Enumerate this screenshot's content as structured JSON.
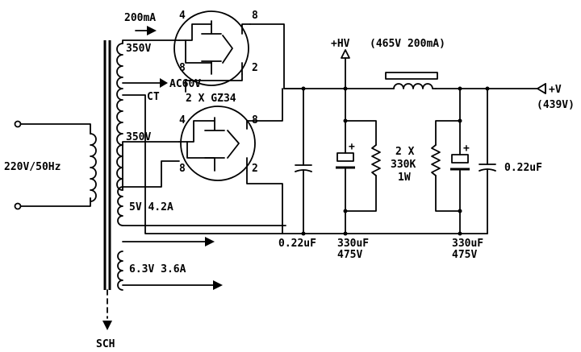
{
  "labels": {
    "current_200ma": "200mA",
    "pin4_top": "4",
    "pin8_top_left": "8",
    "pin8_top_right": "8",
    "pin2_top": "2",
    "sec_350v_top": "350V",
    "ac60v": "AC60V",
    "ct": "CT",
    "tube_type": "2 X GZ34",
    "pin4_bot": "4",
    "pin8_bot_left": "8",
    "pin8_bot_right": "8",
    "pin2_bot": "2",
    "sec_350v_bot": "350V",
    "fil_5v": "5V 4.2A",
    "fil_6v3": "6.3V 3.6A",
    "mains": "220V/50Hz",
    "sch": "SCH",
    "hv": "+HV",
    "hv_spec": "(465V 200mA)",
    "v_out": "+V",
    "v_out_value": "(439V)",
    "bleeder_count": "2 X",
    "bleeder_value": "330K",
    "bleeder_power": "1W",
    "cap_left_small": "0.22uF",
    "cap1_value": "330uF",
    "cap1_voltage": "475V",
    "cap2_value": "330uF",
    "cap2_voltage": "475V",
    "cap_right_small": "0.22uF",
    "cap_polarity_1": "+",
    "cap_polarity_2": "+"
  }
}
